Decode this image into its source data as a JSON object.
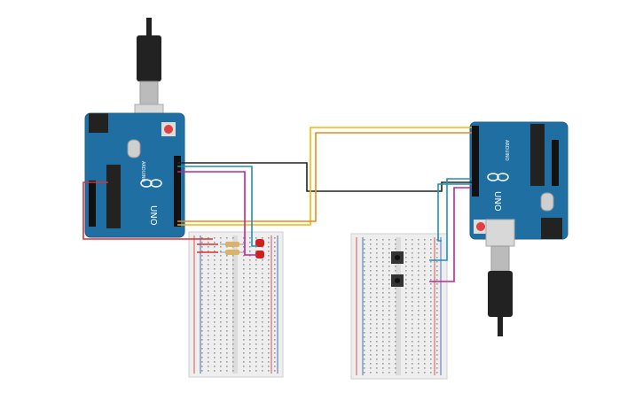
{
  "boards": {
    "left": {
      "model": "UNO",
      "brand": "ARDUINO"
    },
    "right": {
      "model": "UNO",
      "brand": "ARDUINO"
    }
  },
  "components": {
    "breadboards": 2,
    "leds": 2,
    "resistors": 2,
    "pushbuttons": 2
  },
  "colors": {
    "board": "#1f6fa3",
    "board_edge": "#1a5e8c",
    "breadboard": "#eeeeee",
    "rail_red": "#d9534f",
    "rail_blue": "#4a6fb5",
    "wire_black": "#222222",
    "wire_yellow": "#f2b705",
    "wire_orange": "#e88a1a",
    "wire_cyan": "#1f8fb8",
    "wire_magenta": "#c0268f",
    "wire_red": "#e03030",
    "led": "#d11f1f",
    "usb": "#222222"
  },
  "icons": {
    "arduino_logo": "infinity-logo-icon",
    "reset_button": "reset-button-icon"
  }
}
